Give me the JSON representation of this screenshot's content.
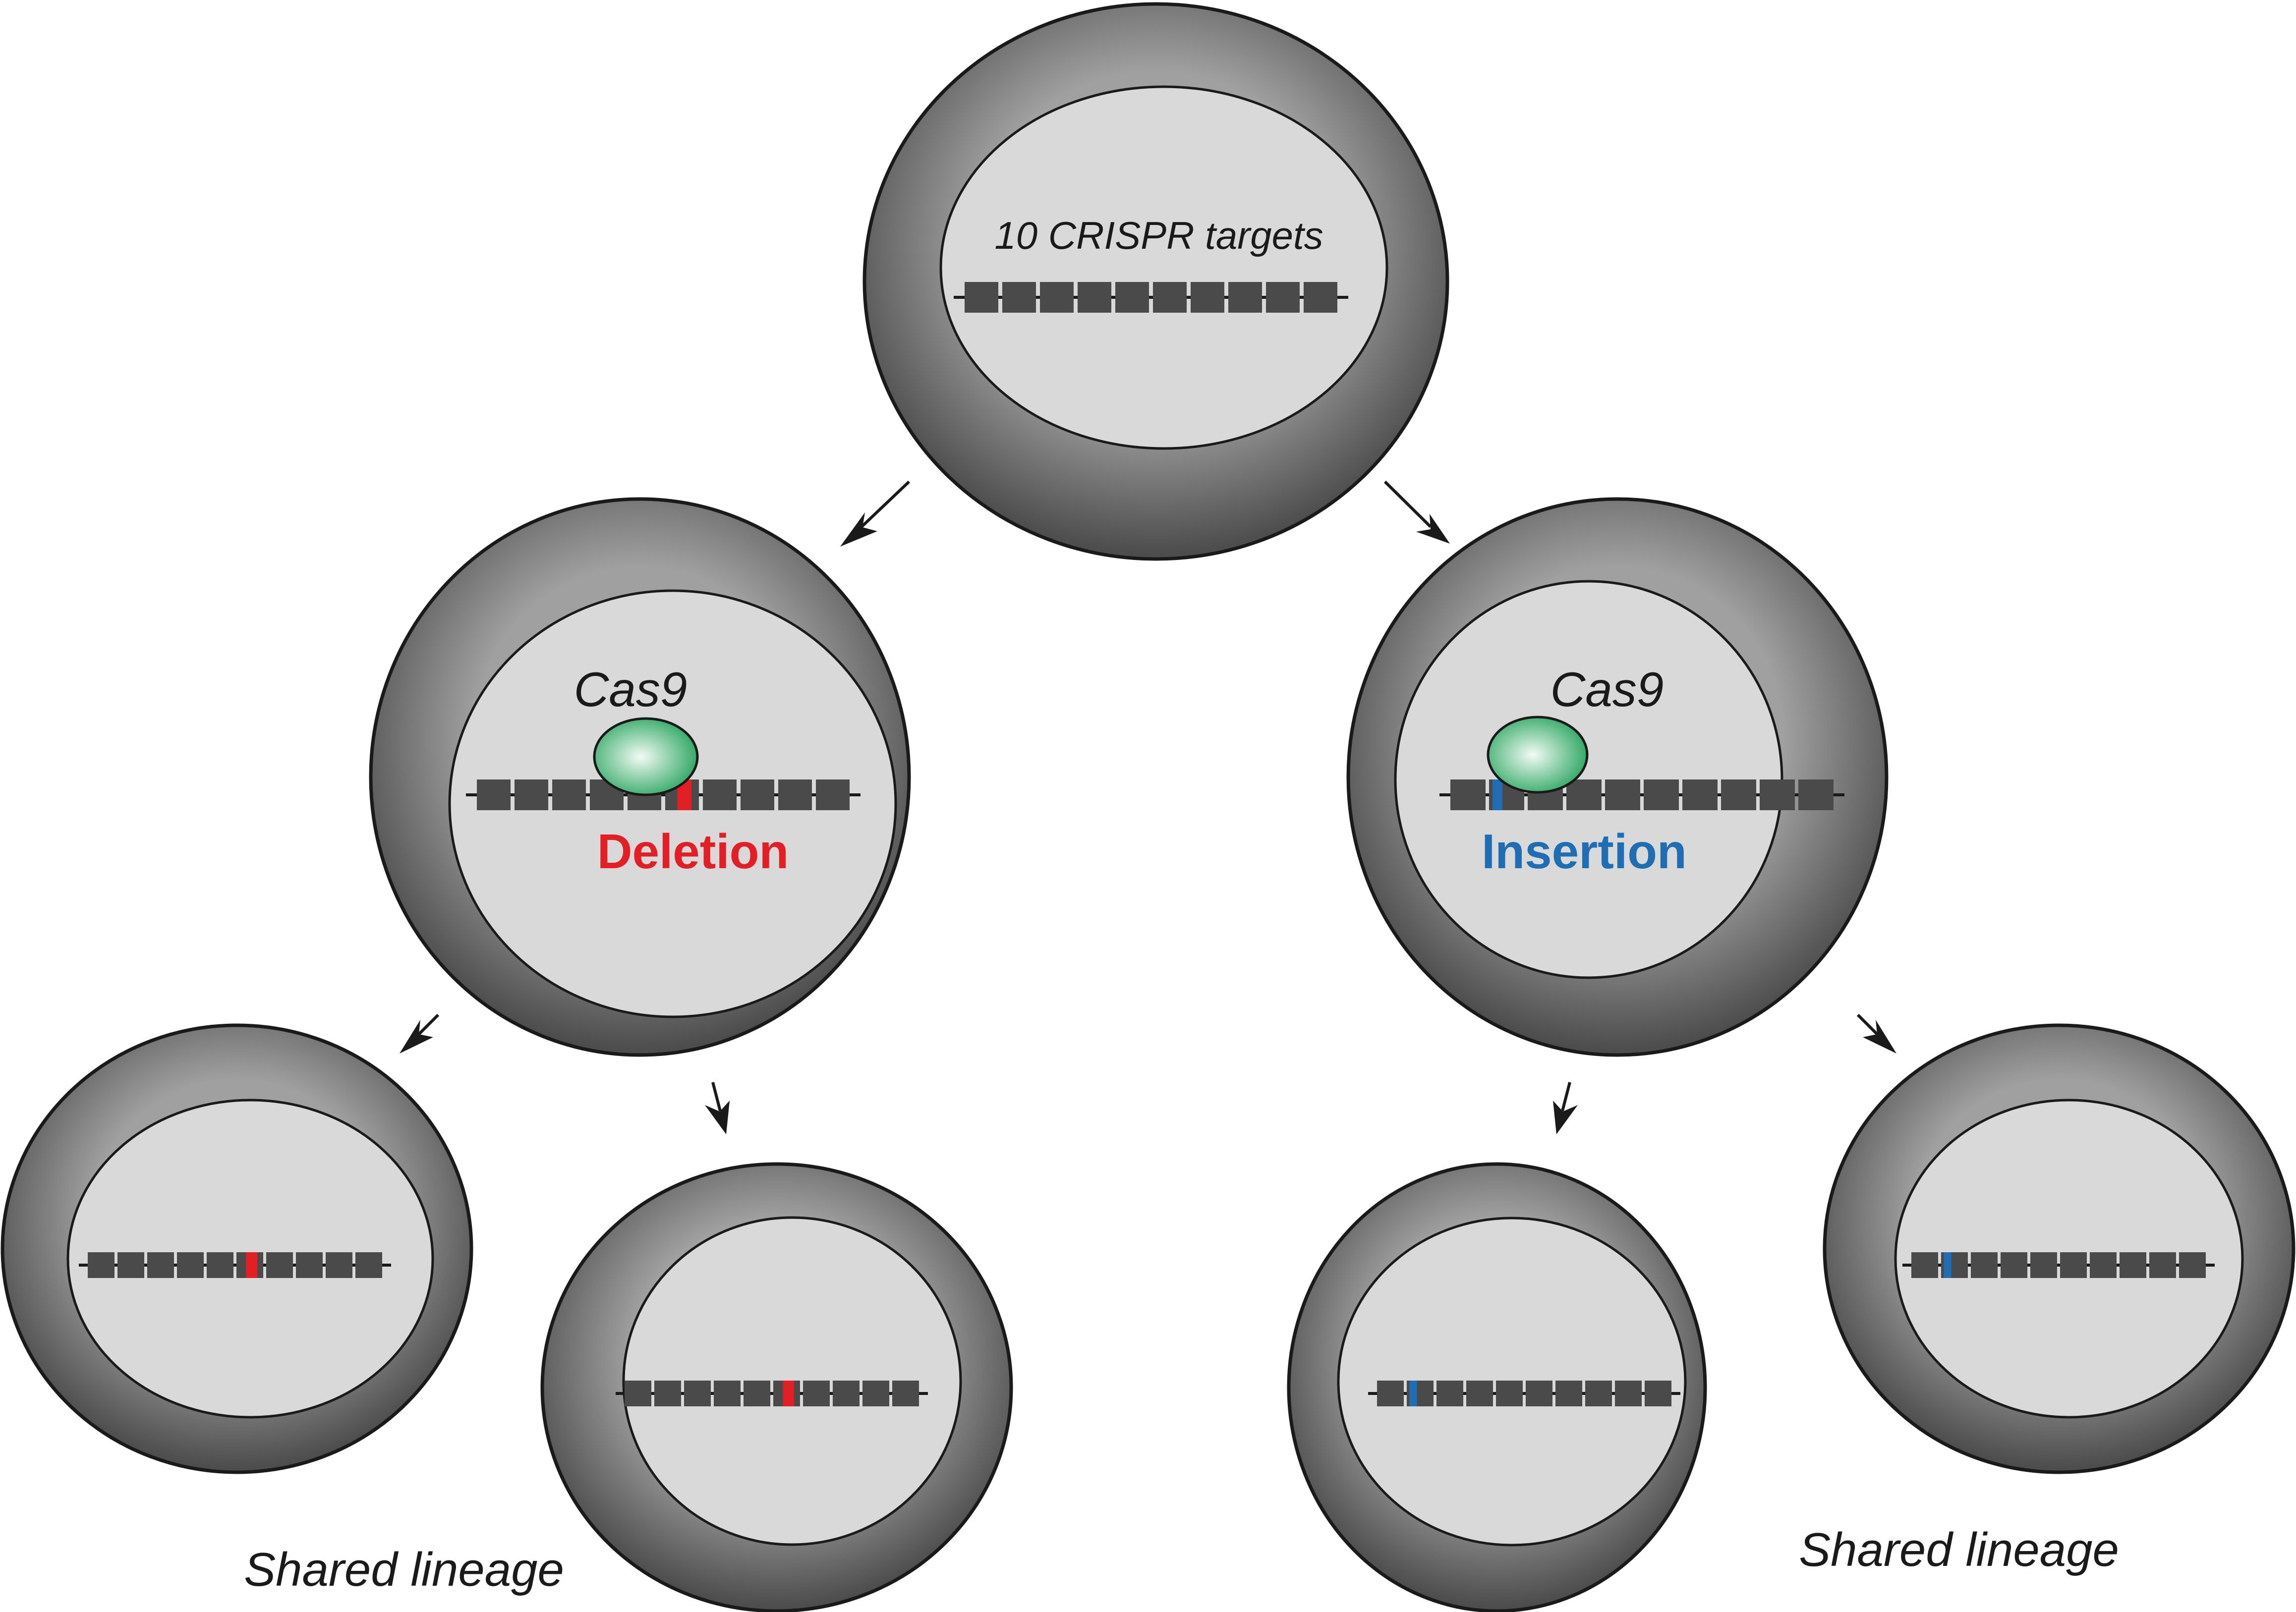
{
  "labels": {
    "root_title": "10 CRISPR targets",
    "cas9_left": "Cas9",
    "cas9_right": "Cas9",
    "deletion": "Deletion",
    "insertion": "Insertion",
    "shared_left": "Shared lineage",
    "shared_right": "Shared lineage"
  },
  "colors": {
    "deletion": "#e31e24",
    "insertion": "#1f6eb4",
    "target_block": "#4a4a4a",
    "nucleus": "#d9d9d9",
    "cytoplasm_dark": "#4d4d4d",
    "cytoplasm_light": "#a0a0a0",
    "cas9_light": "#f2fbf5",
    "cas9_dark": "#23a25a",
    "outline": "#1a1a1a"
  },
  "diagram": {
    "target_count": 10,
    "cells": [
      {
        "id": "root",
        "mark_index": null,
        "mark_type": null
      },
      {
        "id": "left-parent",
        "mark_index": 5,
        "mark_type": "deletion",
        "cas9": true
      },
      {
        "id": "right-parent",
        "mark_index": 1,
        "mark_type": "insertion",
        "cas9": true
      },
      {
        "id": "left-child-1",
        "mark_index": 5,
        "mark_type": "deletion"
      },
      {
        "id": "left-child-2",
        "mark_index": 5,
        "mark_type": "deletion"
      },
      {
        "id": "right-child-1",
        "mark_index": 1,
        "mark_type": "insertion"
      },
      {
        "id": "right-child-2",
        "mark_index": 1,
        "mark_type": "insertion"
      }
    ]
  }
}
